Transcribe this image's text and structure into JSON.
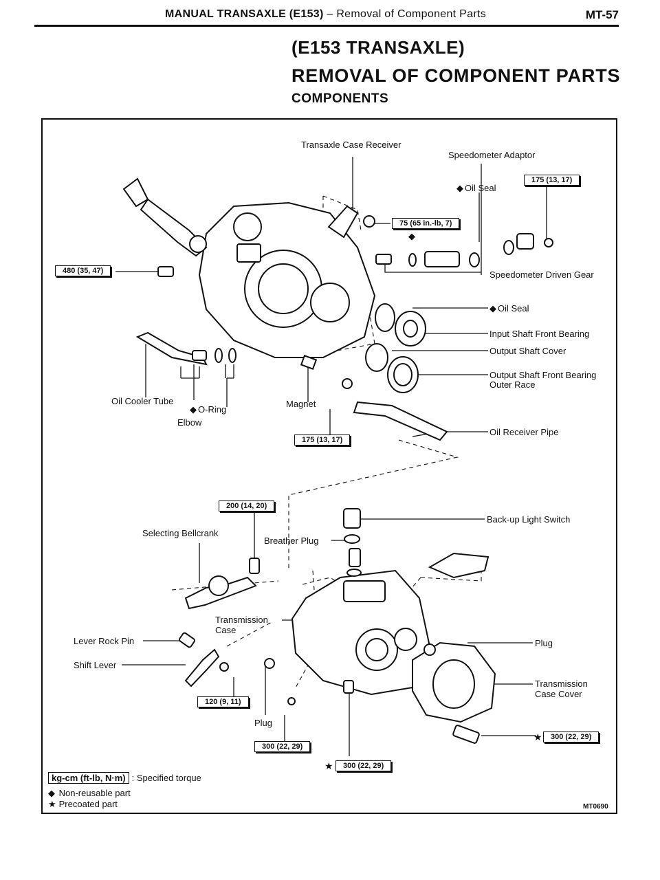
{
  "header": {
    "title_bold": "MANUAL TRANSAXLE (E153)",
    "title_rest": " – Removal of Component Parts",
    "page": "MT-57"
  },
  "titles": {
    "line1": "(E153 TRANSAXLE)",
    "line2": "REMOVAL OF COMPONENT PARTS",
    "line3": "COMPONENTS"
  },
  "labels": {
    "transaxle_case_receiver": "Transaxle Case Receiver",
    "speedometer_adaptor": "Speedometer Adaptor",
    "oil_seal_top": "Oil Seal",
    "speedometer_driven_gear": "Speedometer Driven Gear",
    "oil_seal_mid": "Oil Seal",
    "input_shaft_front_bearing": "Input Shaft Front Bearing",
    "output_shaft_cover": "Output Shaft Cover",
    "output_shaft_front_bearing_1": "Output Shaft Front Bearing",
    "output_shaft_front_bearing_2": "Outer Race",
    "oil_cooler_tube": "Oil Cooler Tube",
    "o_ring": "O-Ring",
    "elbow": "Elbow",
    "magnet": "Magnet",
    "oil_receiver_pipe": "Oil Receiver Pipe",
    "back_up_light_switch": "Back-up Light Switch",
    "selecting_bellcrank": "Selecting Bellcrank",
    "breather_plug": "Breather Plug",
    "transmission_case_1": "Transmission",
    "transmission_case_2": "Case",
    "lever_rock_pin": "Lever Rock Pin",
    "shift_lever": "Shift Lever",
    "plug_right": "Plug",
    "transmission_case_cover_1": "Transmission",
    "transmission_case_cover_2": "Case Cover",
    "plug_bottom": "Plug"
  },
  "torques": {
    "t480": "480 (35, 47)",
    "t175_top": "175 (13, 17)",
    "t75": "75 (65 in.-lb, 7)",
    "t175_mid": "175 (13, 17)",
    "t200": "200 (14, 20)",
    "t120": "120 (9, 11)",
    "t300_a": "300 (22, 29)",
    "t300_b": "300 (22, 29)",
    "t300_c": "300 (22, 29)"
  },
  "symbols": {
    "non_reusable": "◆",
    "precoated": "★"
  },
  "legend": {
    "unit_box": "kg-cm (ft-lb, N·m)",
    "unit_text": ": Specified torque",
    "non_reusable": "Non-reusable part",
    "precoated": "Precoated part"
  },
  "figure_code": "MT0690"
}
